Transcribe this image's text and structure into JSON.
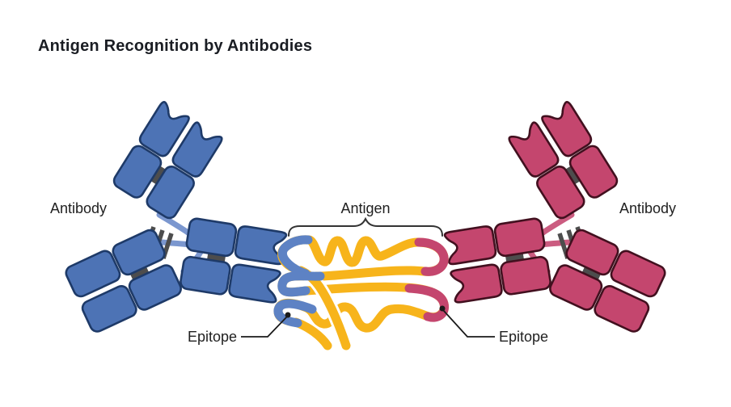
{
  "title": "Antigen Recognition by Antibodies",
  "labels": {
    "antibody_left": "Antibody",
    "antibody_right": "Antibody",
    "antigen": "Antigen",
    "epitope_left": "Epitope",
    "epitope_right": "Epitope"
  },
  "colors": {
    "antibody_blue": "#4d73b5",
    "antibody_blue_border": "#1e3a68",
    "antibody_blue_conn": "#7b97cf",
    "antibody_pink": "#c4466e",
    "antibody_pink_border": "#42101f",
    "antibody_pink_conn": "#cb5c80",
    "antigen_yellow": "#f7b41b",
    "epitope_blue": "#5d82c4",
    "epitope_pink": "#c4466e",
    "disulfide_gray": "#4d4d4d",
    "text": "#212121"
  }
}
